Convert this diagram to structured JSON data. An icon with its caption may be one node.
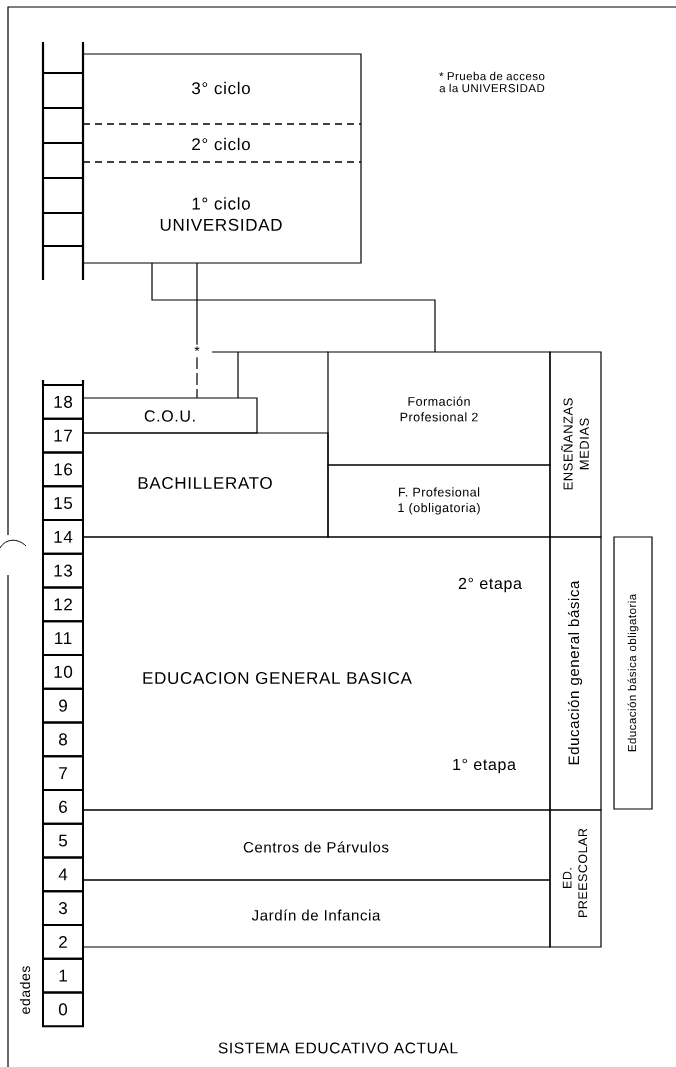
{
  "diagram": {
    "caption": "SISTEMA EDUCATIVO ACTUAL",
    "nodes": [
      {
        "text": [
          "3° ciclo",
          "2° ciclo",
          "1° ciclo UNIVERSIDAD"
        ]
      },
      {
        "text": [
          "C.O.U."
        ]
      },
      {
        "text": [
          "Formación Profesional 2"
        ]
      },
      {
        "text": [
          "ENSEÑANZAS MEDIAS"
        ]
      },
      {
        "text": [
          "BACHILLERATO"
        ]
      },
      {
        "text": [
          "F. Profesional 1 (obligatoria)"
        ]
      },
      {
        "text": [
          "EDUCACION GENERAL BASICA",
          "2° etapa",
          "1° etapa"
        ]
      },
      {
        "text": [
          "Educación general básica"
        ]
      },
      {
        "text": [
          "Educación básica obligatoria"
        ]
      },
      {
        "text": [
          "Centros de Párvulos"
        ]
      },
      {
        "text": [
          "ED. PREESCOLAR"
        ]
      },
      {
        "text": [
          "Jardín de Infancia"
        ]
      },
      {
        "text": [
          "18"
        ]
      },
      {
        "text": [
          "17"
        ]
      },
      {
        "text": [
          "16"
        ]
      },
      {
        "text": [
          "15"
        ]
      },
      {
        "text": [
          "14"
        ]
      },
      {
        "text": [
          "13"
        ]
      },
      {
        "text": [
          "12"
        ]
      },
      {
        "text": [
          "11"
        ]
      },
      {
        "text": [
          "10"
        ]
      },
      {
        "text": [
          "9"
        ]
      },
      {
        "text": [
          "8"
        ]
      },
      {
        "text": [
          "7"
        ]
      },
      {
        "text": [
          "6"
        ]
      },
      {
        "text": [
          "5"
        ]
      },
      {
        "text": [
          "4"
        ]
      },
      {
        "text": [
          "3"
        ]
      },
      {
        "text": [
          "2"
        ]
      },
      {
        "text": [
          "1"
        ]
      },
      {
        "text": [
          "0"
        ]
      }
    ],
    "edges": [
      {
        "from": 0,
        "to": 2,
        "arrow": "none"
      },
      {
        "from": 0,
        "to": 1,
        "arrow": "none",
        "label": "*",
        "style": "dashed"
      },
      {
        "from": 1,
        "to": 2,
        "arrow": "none"
      }
    ],
    "labels": [
      "* Prueba de acceso a la UNIVERSIDAD",
      "edades"
    ]
  }
}
